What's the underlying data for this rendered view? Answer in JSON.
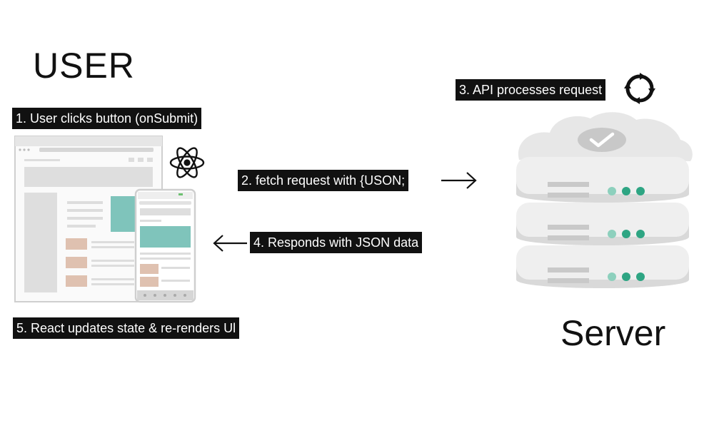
{
  "diagram": {
    "user_heading": "USER",
    "server_heading": "Server",
    "steps": [
      "1. User clicks button (onSubmit)",
      "2. fetch request with {USON;",
      "3. API processes request",
      "4. Responds with JSON data",
      "5. React updates state & re-renders Ul"
    ]
  },
  "colors": {
    "label_bg": "#111111",
    "accent_teal": "#7fc4bb",
    "accent_salmon": "#dfc1b0",
    "server_grey": "#ececec",
    "dot_green": "#2ea583"
  },
  "icons": {
    "react": "react-atom-icon",
    "process": "refresh-cycle-icon",
    "cloud": "cloud-check-icon"
  }
}
